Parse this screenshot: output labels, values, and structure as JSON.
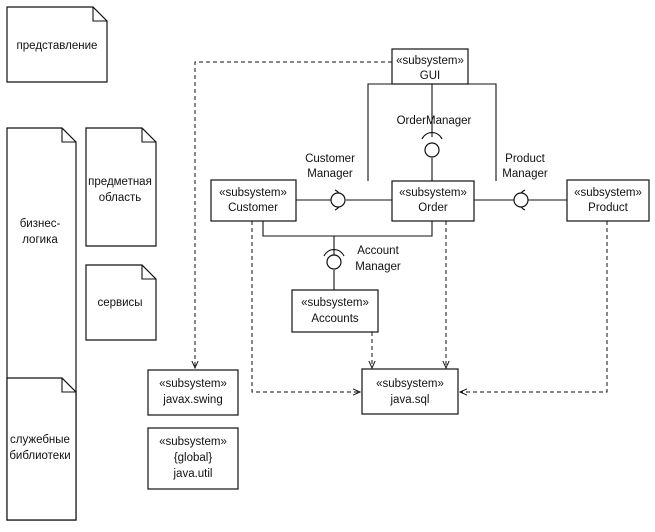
{
  "notes": {
    "presentation": "представление",
    "business_logic": [
      "бизнес-",
      "логика"
    ],
    "domain": [
      "предметная",
      "область"
    ],
    "services": "сервисы",
    "utility_libraries": [
      "служебные",
      "библиотеки"
    ]
  },
  "subsystems": {
    "gui": [
      "«subsystem»",
      "GUI"
    ],
    "customer": [
      "«subsystem»",
      "Customer"
    ],
    "order": [
      "«subsystem»",
      "Order"
    ],
    "product": [
      "«subsystem»",
      "Product"
    ],
    "accounts": [
      "«subsystem»",
      "Accounts"
    ],
    "javax_swing": [
      "«subsystem»",
      "javax.swing"
    ],
    "java_sql": [
      "«subsystem»",
      "java.sql"
    ],
    "java_util": [
      "«subsystem»",
      "{global}",
      "java.util"
    ]
  },
  "interfaces": {
    "order_manager": [
      "OrderManager"
    ],
    "customer_manager": [
      "Customer",
      "Manager"
    ],
    "product_manager": [
      "Product",
      "Manager"
    ],
    "account_manager": [
      "Account",
      "Manager"
    ]
  }
}
